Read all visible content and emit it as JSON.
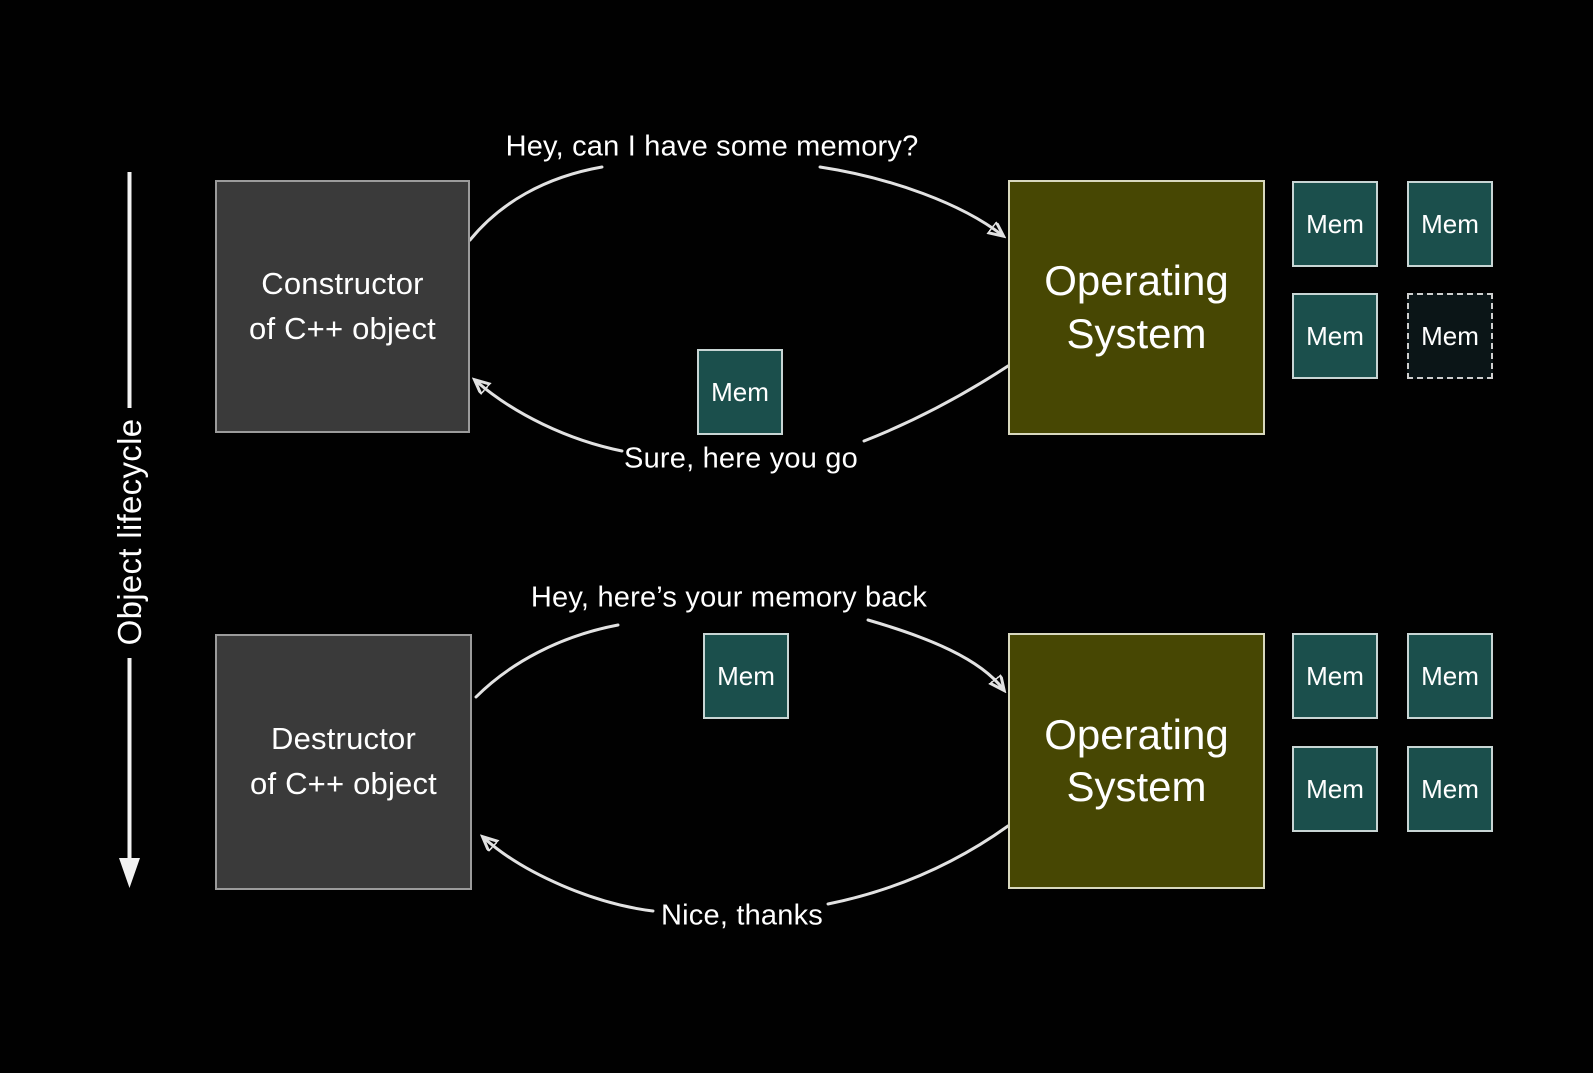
{
  "slide": {
    "lifecycle_label": "Object lifecycle",
    "top": {
      "actor_label": "Constructor\nof C++ object",
      "os_label": "Operating\nSystem",
      "request_text": "Hey, can I have some memory?",
      "response_text": "Sure, here you go",
      "moving_mem": {
        "label": "Mem"
      },
      "os_mem_slots": [
        {
          "label": "Mem",
          "state": "allocated"
        },
        {
          "label": "Mem",
          "state": "allocated"
        },
        {
          "label": "Mem",
          "state": "allocated"
        },
        {
          "label": "Mem",
          "state": "lent-out"
        }
      ]
    },
    "bottom": {
      "actor_label": "Destructor\nof C++ object",
      "os_label": "Operating\nSystem",
      "request_text": "Hey, here’s your memory back",
      "response_text": "Nice, thanks",
      "moving_mem": {
        "label": "Mem"
      },
      "os_mem_slots": [
        {
          "label": "Mem",
          "state": "allocated"
        },
        {
          "label": "Mem",
          "state": "allocated"
        },
        {
          "label": "Mem",
          "state": "allocated"
        },
        {
          "label": "Mem",
          "state": "allocated"
        }
      ]
    },
    "colors": {
      "background": "#010101",
      "actor_box_fill": "#3a3a3a",
      "actor_box_border": "#9b9b9b",
      "os_box_fill": "#474703",
      "os_box_border": "#d8d8be",
      "mem_fill": "#1b4f4c",
      "mem_border": "#c8d5d4",
      "mem_lent_out_fill": "#0b1517",
      "arrow": "#e2e2e2",
      "text": "#ffffff"
    }
  }
}
